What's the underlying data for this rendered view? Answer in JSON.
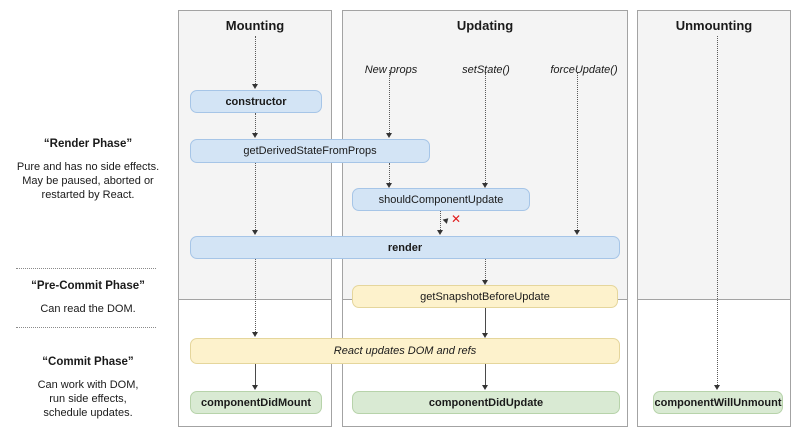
{
  "sidebar": {
    "sections": [
      {
        "title": "“Render Phase”",
        "body": "Pure and has no side effects.\nMay be paused, aborted or\nrestarted by React."
      },
      {
        "title": "“Pre-Commit Phase”",
        "body": "Can read the DOM."
      },
      {
        "title": "“Commit Phase”",
        "body": "Can work with DOM,\nrun side effects,\nschedule updates."
      }
    ]
  },
  "columns": [
    {
      "label": "Mounting"
    },
    {
      "label": "Updating",
      "triggers": [
        {
          "label": "New props"
        },
        {
          "label": "setState()"
        },
        {
          "label": "forceUpdate()"
        }
      ]
    },
    {
      "label": "Unmounting"
    }
  ],
  "boxes": {
    "constructor": "constructor",
    "get_derived_state_from_props": "getDerivedStateFromProps",
    "should_component_update": "shouldComponentUpdate",
    "render": "render",
    "get_snapshot_before_update": "getSnapshotBeforeUpdate",
    "react_updates_dom": "React updates DOM and refs",
    "component_did_mount": "componentDidMount",
    "component_did_update": "componentDidUpdate",
    "component_will_unmount": "componentWillUnmount"
  },
  "markers": {
    "stop_x": "✕"
  },
  "colors": {
    "box_blue_fill": "#d3e4f5",
    "box_blue_border": "#a6c5e7",
    "box_yellow_fill": "#fdf2cc",
    "box_yellow_border": "#e5d69c",
    "box_green_fill": "#d9ead3",
    "box_green_border": "#b7d3aa",
    "column_bg": "#f4f4f4",
    "column_border": "#a3a3a3",
    "stop_x_color": "#e01b1b",
    "arrow_color": "#333333"
  }
}
